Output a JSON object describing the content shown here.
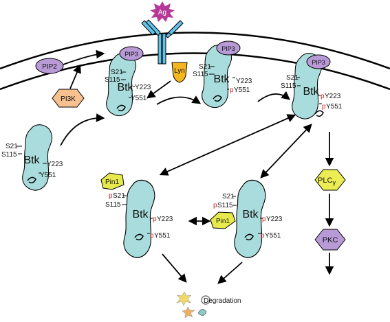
{
  "colors": {
    "btk_fill": "#a9dcdc",
    "pip_fill": "#b79ad6",
    "pi3k_fill": "#f6c08f",
    "lyn_fill": "#f4b71f",
    "pin1_fill": "#e7ea4d",
    "plc_fill": "#ecec55",
    "pkc_fill": "#b79ad6",
    "receptor_fill": "#63c2e6",
    "ag_fill": "#b6399a",
    "phospho": "#d11a1a"
  },
  "labels": {
    "ag": "Ag",
    "pip2": "PIP2",
    "pip3": "PIP3",
    "pi3k": "PI3K",
    "lyn": "Lyn",
    "btk": "Btk",
    "pin1": "Pin1",
    "plc": "PLC",
    "plc_sub": "γ",
    "pkc": "PKC",
    "degradation": "Degradation"
  },
  "sites": {
    "s21": "S21",
    "s115": "S115",
    "y223": "Y223",
    "y551": "Y551",
    "p": "p"
  }
}
